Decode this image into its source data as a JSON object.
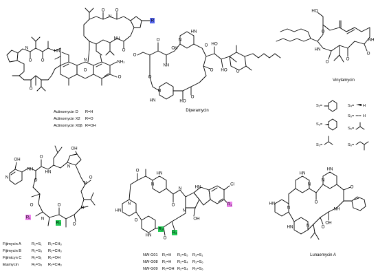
{
  "colors": {
    "r1_highlight": "#ee82ee",
    "r2_highlight": "#22cc55",
    "r_blue_highlight": "#5566ee"
  },
  "actinomycin": {
    "rows": [
      {
        "name": "Actinomycin D",
        "sub": "R=H"
      },
      {
        "name": "Actinomycin X2",
        "sub": "R=O"
      },
      {
        "name": "Actinomycin X0β",
        "sub": "R=OH"
      }
    ],
    "r_label": "R"
  },
  "diperamycin": {
    "name": "Diperamycin"
  },
  "vinylamycin": {
    "name": "Vinylamycin"
  },
  "substituents": {
    "s1": "S₁=",
    "s2": "S₂=",
    "s3": "S₃=",
    "s4": "S₄=",
    "s5": "S₅=",
    "s6": "S₆=",
    "h": "H"
  },
  "fijimycin": {
    "rows": [
      {
        "name": "Fijimycin A",
        "r1": "R₁=S₁",
        "r2": "R₂=CH₃"
      },
      {
        "name": "Fijimycin B",
        "r1": "R₁=S₃",
        "r2": "R₂=CH₃"
      },
      {
        "name": "Fijimicyn C",
        "r1": "R₁=S₁",
        "r2": "R₂=OH"
      },
      {
        "name": "Etamycin",
        "r1": "R₁=S₃",
        "r2": "R₂=CH₃"
      }
    ],
    "r1_label": "R₁",
    "r2_label": "R₂"
  },
  "nwg": {
    "rows": [
      {
        "name": "NW-G01",
        "r1": "R₁=H",
        "r2": "R₂=S₅",
        "r3": "R₃=S₁"
      },
      {
        "name": "NW-G08",
        "r1": "R₁=H",
        "r2": "R₂=S₄",
        "r3": "R₃=S₆"
      },
      {
        "name": "NW-G09",
        "r1": "R₁=OH",
        "r2": "R₂=S₄",
        "r3": "R₃=S₆"
      }
    ],
    "r1_label": "R₁",
    "r2_label": "R₂",
    "r3_label": "R₃"
  },
  "lunaemycin": {
    "name": "Lunaemycin A"
  },
  "atoms": {
    "o": "O",
    "n": "N",
    "hn": "HN",
    "nh": "NH",
    "oh": "OH",
    "ho": "HO",
    "nh2": "NH₂",
    "cl": "Cl"
  }
}
